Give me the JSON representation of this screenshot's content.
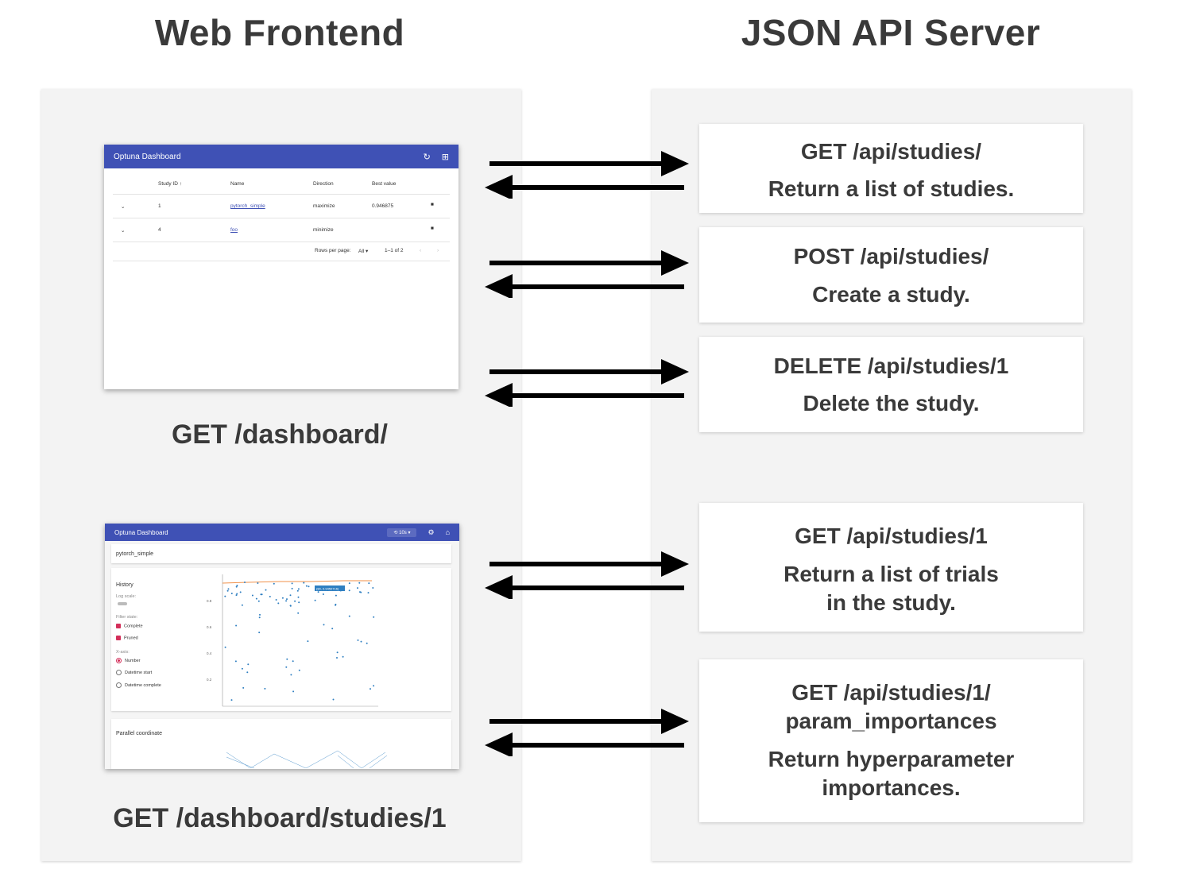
{
  "frontend": {
    "heading": "Web Frontend",
    "routes": [
      "GET /dashboard/",
      "GET /dashboard/studies/1"
    ],
    "list_view": {
      "app_title": "Optuna Dashboard",
      "columns": [
        "Study ID ↑",
        "Name",
        "Direction",
        "Best value"
      ],
      "rows": [
        {
          "id": "1",
          "name": "pytorch_simple",
          "direction": "maximize",
          "best": "0.946875"
        },
        {
          "id": "4",
          "name": "foo",
          "direction": "minimize",
          "best": ""
        }
      ],
      "footer": {
        "rows_per_page": "Rows per page:",
        "rows_value": "All",
        "range": "1–1 of 2"
      }
    },
    "detail_view": {
      "app_title": "Optuna Dashboard",
      "reload_badge": "10s",
      "study_name": "pytorch_simple",
      "history_title": "History",
      "log_scale": "Log scale:",
      "filter_state": "Filter state:",
      "complete": "Complete",
      "pruned": "Pruned",
      "x_axis": "X-axis:",
      "x_options": [
        "Number",
        "Datetime start",
        "Datetime complete"
      ],
      "y_ticks": [
        "0.8",
        "0.6",
        "0.4",
        "0.2"
      ],
      "tooltip": "(80, 0.9450716)",
      "parallel_title": "Parallel coordinate"
    }
  },
  "server": {
    "heading": "JSON API Server",
    "endpoints": [
      {
        "endpoint": "GET /api/studies/",
        "desc": "Return a list of studies."
      },
      {
        "endpoint": "POST /api/studies/",
        "desc": "Create a study."
      },
      {
        "endpoint": "DELETE /api/studies/1",
        "desc": "Delete the study."
      },
      {
        "endpoint": "GET /api/studies/1",
        "desc": "Return a list of trials\nin the study."
      },
      {
        "endpoint": "GET /api/studies/1/\nparam_importances",
        "desc": "Return hyperparameter\nimportances."
      }
    ]
  }
}
